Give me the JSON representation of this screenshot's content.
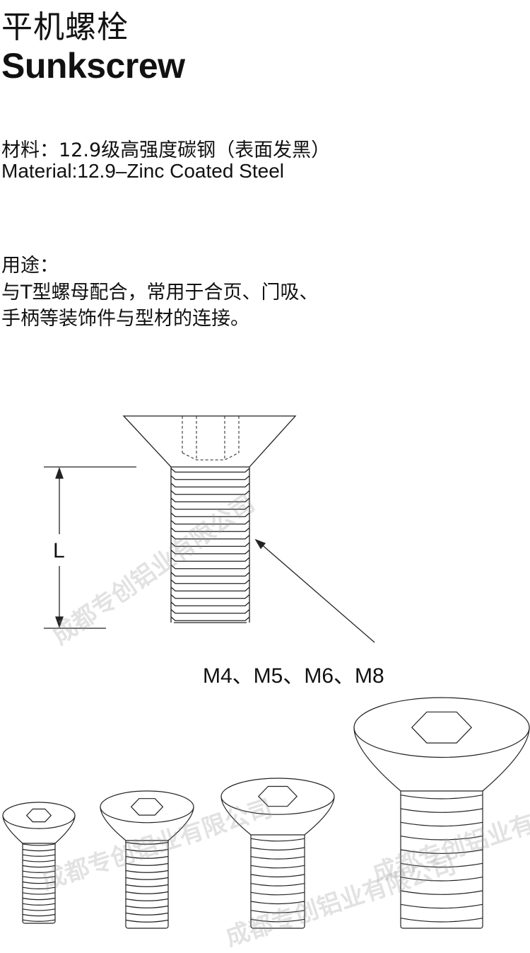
{
  "title": {
    "cn": "平机螺栓",
    "en": "Sunkscrew"
  },
  "material": {
    "cn": "材料：12.9级高强度碳钢（表面发黑）",
    "en": "Material:12.9–Zinc Coated Steel"
  },
  "usage": {
    "label": "用途：",
    "line1": "与T型螺母配合，常用于合页、门吸、",
    "line2": "手柄等装饰件与型材的连接。"
  },
  "diagram": {
    "dimension_label": "L",
    "sizes": "M4、M5、M6、M8"
  },
  "watermark": "成都专创铝业有限公司",
  "colors": {
    "line": "#222222",
    "text": "#111111",
    "watermark": "#9a9a9a"
  }
}
